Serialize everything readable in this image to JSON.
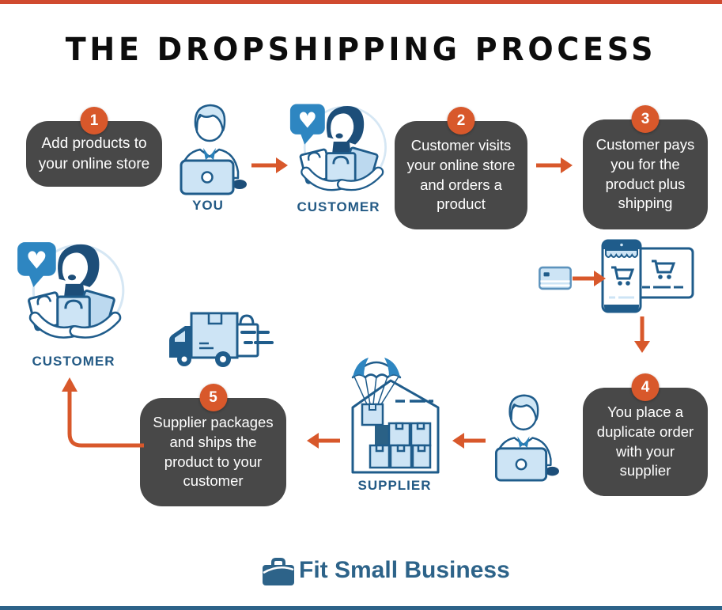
{
  "page": {
    "title": "THE DROPSHIPPING PROCESS"
  },
  "steps": [
    {
      "number": "1",
      "text": "Add products to your online store"
    },
    {
      "number": "2",
      "text": "Customer visits your online store and orders a product"
    },
    {
      "number": "3",
      "text": "Customer pays you for the product plus shipping"
    },
    {
      "number": "4",
      "text": "You place a duplicate order with your supplier"
    },
    {
      "number": "5",
      "text": "Supplier packages and ships the product to your customer"
    }
  ],
  "actors": {
    "you_label": "YOU",
    "customer_top_label": "CUSTOMER",
    "supplier_label": "SUPPLIER",
    "customer_bottom_label": "CUSTOMER"
  },
  "icons": {
    "you": "person-at-laptop-icon",
    "customer": "customer-with-shopping-bags-icon",
    "payment": "credit-card-icon",
    "checkout": "phone-and-browser-cart-icon",
    "order": "person-at-laptop-icon",
    "supplier": "warehouse-with-parachute-delivery-icon",
    "shipping": "delivery-truck-icon",
    "brand": "briefcase-icon"
  },
  "colors": {
    "accent_orange": "#d8582b",
    "box_dark": "#484848",
    "outline_blue": "#1f5c8b",
    "label_blue": "#235a85",
    "light_blue_fill": "#cde4f5",
    "mid_blue": "#2e86c1",
    "hair_navy": "#1d4e79",
    "brand_blue": "#2d6389",
    "top_strip": "#d04a2f",
    "bottom_strip": "#2d6389"
  },
  "footer": {
    "brand": "Fit Small Business"
  }
}
